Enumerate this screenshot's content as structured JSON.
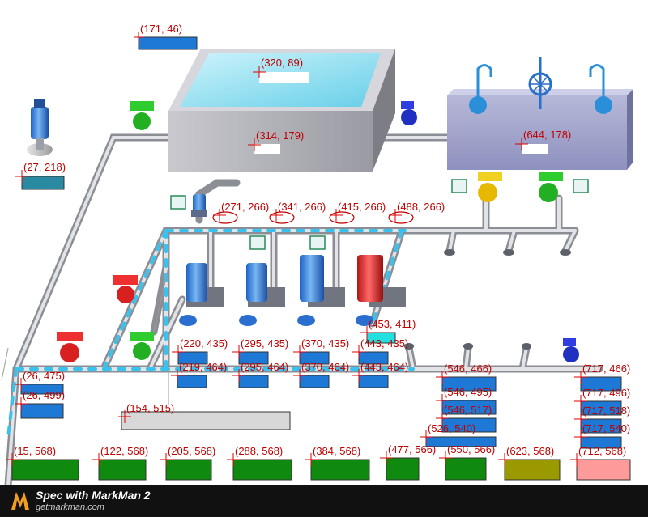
{
  "colors": {
    "pipe": "#b9bcc2",
    "water_dash": "#39c2ee",
    "marker": "#e00000",
    "label": "#c00000",
    "blue_box": "#1e78d6",
    "teal_box": "#2a8aa2",
    "green_box": "#0f8a0f",
    "olive_box": "#9a9a00",
    "pink_box": "#ff9a9a",
    "footer_bg": "#111111"
  },
  "markers": [
    {
      "id": "m-171-46",
      "label": "(171, 46)"
    },
    {
      "id": "m-320-89",
      "label": "(320, 89)"
    },
    {
      "id": "m-314-179",
      "label": "(314, 179)"
    },
    {
      "id": "m-644-178",
      "label": "(644, 178)"
    },
    {
      "id": "m-27-218",
      "label": "(27, 218)"
    },
    {
      "id": "m-271-266",
      "label": "(271, 266)"
    },
    {
      "id": "m-341-266",
      "label": "(341, 266)"
    },
    {
      "id": "m-415-266",
      "label": "(415, 266)"
    },
    {
      "id": "m-488-266",
      "label": "(488, 266)"
    },
    {
      "id": "m-453-411",
      "label": "(453, 411)"
    },
    {
      "id": "m-220-435",
      "label": "(220, 435)"
    },
    {
      "id": "m-295-435",
      "label": "(295, 435)"
    },
    {
      "id": "m-370-435",
      "label": "(370, 435)"
    },
    {
      "id": "m-443-435",
      "label": "(443, 435)"
    },
    {
      "id": "m-219-464",
      "label": "(219, 464)"
    },
    {
      "id": "m-295-464",
      "label": "(295, 464)"
    },
    {
      "id": "m-370-464",
      "label": "(370, 464)"
    },
    {
      "id": "m-443-464",
      "label": "(443, 464)"
    },
    {
      "id": "m-26-475",
      "label": "(26, 475)"
    },
    {
      "id": "m-26-499",
      "label": "(26, 499)"
    },
    {
      "id": "m-546-466",
      "label": "(546, 466)"
    },
    {
      "id": "m-546-495",
      "label": "(546, 495)"
    },
    {
      "id": "m-546-517",
      "label": "(546, 517)"
    },
    {
      "id": "m-526-540",
      "label": "(526, 540)"
    },
    {
      "id": "m-717-466",
      "label": "(717, 466)"
    },
    {
      "id": "m-717-496",
      "label": "(717, 496)"
    },
    {
      "id": "m-717-518",
      "label": "(717, 518)"
    },
    {
      "id": "m-717-540",
      "label": "(717, 540)"
    },
    {
      "id": "m-154-515",
      "label": "(154, 515)"
    },
    {
      "id": "m-15-568",
      "label": "(15, 568)"
    },
    {
      "id": "m-122-568",
      "label": "(122, 568)"
    },
    {
      "id": "m-205-568",
      "label": "(205, 568)"
    },
    {
      "id": "m-288-568",
      "label": "(288, 568)"
    },
    {
      "id": "m-384-568",
      "label": "(384, 568)"
    },
    {
      "id": "m-477-566",
      "label": "(477, 566)"
    },
    {
      "id": "m-550-566",
      "label": "(550, 566)"
    },
    {
      "id": "m-623-568",
      "label": "(623, 568)"
    },
    {
      "id": "m-712-568",
      "label": "(712, 568)"
    }
  ],
  "footer": {
    "brand_prefix": "Spec with MarkMan 2",
    "url": "getmarkman.com"
  }
}
